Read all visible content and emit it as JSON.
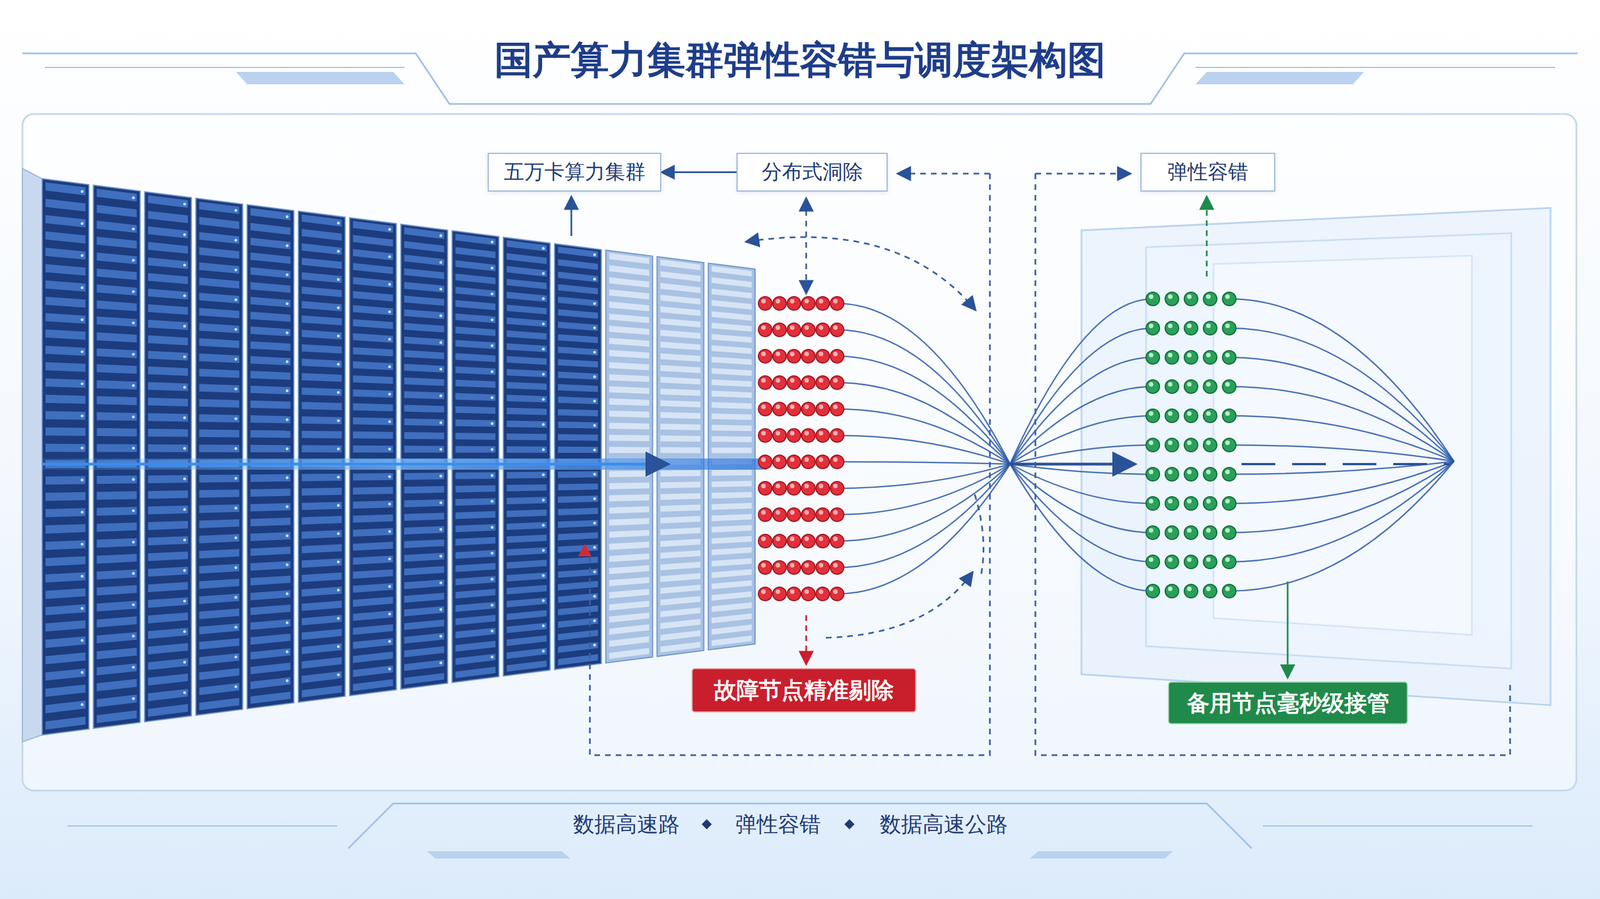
{
  "diagram": {
    "title": "国产算力集群弹性容错与调度架构图",
    "nodes": [
      {
        "text": [
          "五万卡算力集群"
        ]
      },
      {
        "text": [
          "分布式洞除"
        ]
      },
      {
        "text": [
          "弹性容错"
        ]
      },
      {
        "text": [
          "故障节点精准剔除"
        ]
      },
      {
        "text": [
          "备用节点毫秒级接管"
        ]
      }
    ],
    "edges": [
      {
        "from": 1,
        "to": 0,
        "arrow": "to"
      }
    ],
    "labels": [
      "数据高速路",
      "弹性容错",
      "数据高速公路"
    ]
  }
}
